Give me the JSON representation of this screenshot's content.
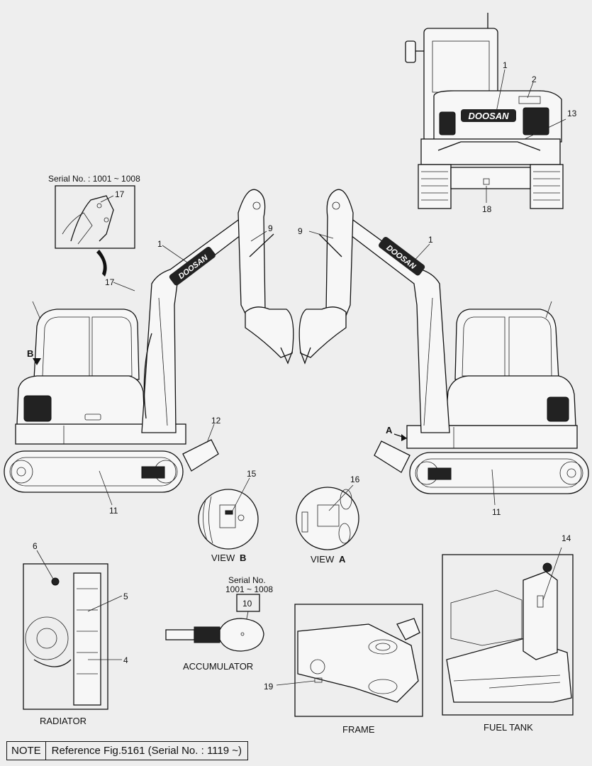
{
  "callouts": {
    "c1": "1",
    "c2": "2",
    "c4": "4",
    "c5": "5",
    "c6": "6",
    "c9": "9",
    "c10": "10",
    "c11": "11",
    "c12": "12",
    "c13": "13",
    "c14": "14",
    "c15": "15",
    "c16": "16",
    "c17": "17",
    "c18": "18",
    "c19": "19"
  },
  "view_letters": {
    "a": "A",
    "b": "B"
  },
  "labels": {
    "serial_inset": "Serial No. : 1001 ~ 1008",
    "serial_acc_line1": "Serial No.",
    "serial_acc_line2": "1001 ~ 1008",
    "view_b_prefix": "VIEW",
    "view_b_letter": "B",
    "view_a_prefix": "VIEW",
    "view_a_letter": "A",
    "accumulator": "ACCUMULATOR",
    "radiator": "RADIATOR",
    "frame": "FRAME",
    "fuel_tank": "FUEL TANK",
    "brand": "DOOSAN"
  },
  "note": {
    "key": "NOTE",
    "text": "Reference Fig.5161 (Serial No. : 1119 ~)"
  }
}
